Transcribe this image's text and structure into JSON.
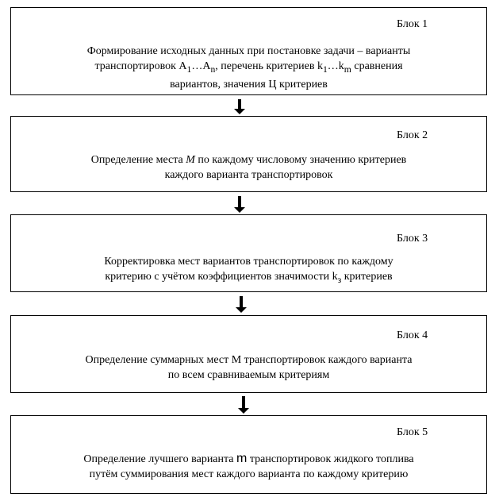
{
  "blocks": [
    {
      "title": "Блок 1",
      "lines": [
        [
          "Формирование исходных данных при постановке задачи – варианты"
        ],
        [
          "транспортировок A",
          "1",
          "…A",
          "n",
          ", перечень критериев k",
          "1",
          "…k",
          "m",
          " сравнения"
        ],
        [
          "вариантов, значения Ц критериев"
        ]
      ]
    },
    {
      "title": "Блок 2",
      "lines": [
        [
          "Определение места ",
          "M",
          "  по каждому числовому значению критериев"
        ],
        [
          "каждого варианта транспортировок"
        ]
      ]
    },
    {
      "title": "Блок 3",
      "lines": [
        [
          "Корректировка мест вариантов транспортировок по каждому"
        ],
        [
          "критерию с учётом коэффициентов значимости k",
          "з",
          " критериев"
        ]
      ]
    },
    {
      "title": "Блок 4",
      "lines": [
        [
          "Определение суммарных мест М транспортировок каждого варианта"
        ],
        [
          "по всем сравниваемым критериям"
        ]
      ]
    },
    {
      "title": "Блок 5",
      "lines": [
        [
          "Определение лучшего варианта ",
          "m",
          " транспортировок жидкого топлива"
        ],
        [
          "путём суммирования мест каждого варианта по каждому критерию"
        ]
      ]
    }
  ]
}
